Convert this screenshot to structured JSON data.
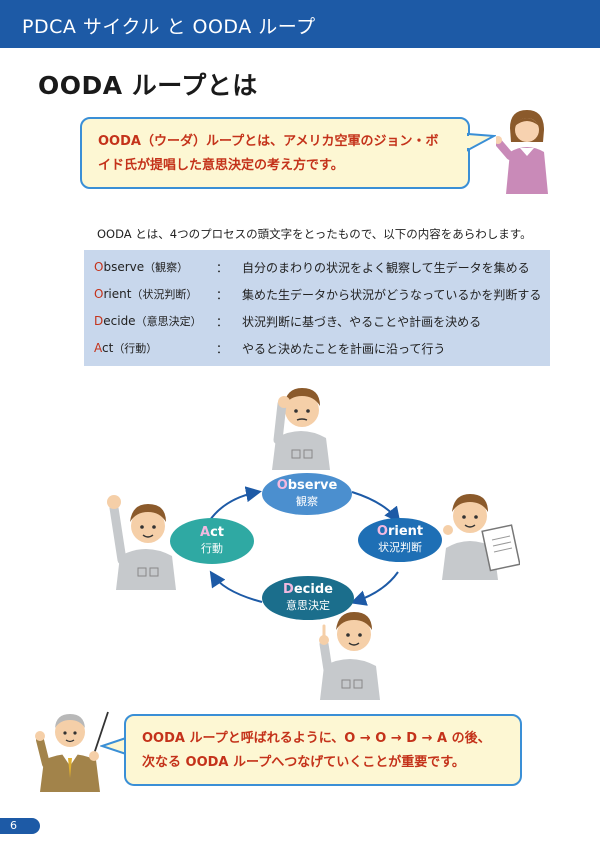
{
  "header": {
    "title": "PDCA サイクル と OODA ループ"
  },
  "page_title": "OODA ループとは",
  "bubble_top": {
    "line1": "OODA（ウーダ）ループとは、アメリカ空軍のジョン・ボ",
    "line2": "イド氏が提唱した意思決定の考え方です。"
  },
  "intro": "OODA とは、4つのプロセスの頭文字をとったもので、以下の内容をあらわします。",
  "table": {
    "rows": [
      {
        "initial": "O",
        "rest": "bserve",
        "paren": "（観察）",
        "colon": "：",
        "desc": "自分のまわりの状況をよく観察して生データを集める"
      },
      {
        "initial": "O",
        "rest": "rient",
        "paren": "（状況判断）",
        "colon": "：",
        "desc": "集めた生データから状況がどうなっているかを判断する"
      },
      {
        "initial": "D",
        "rest": "ecide",
        "paren": "（意思決定）",
        "colon": "：",
        "desc": "状況判断に基づき、やることや計画を決める"
      },
      {
        "initial": "A",
        "rest": "ct",
        "paren": "（行動）",
        "colon": "：",
        "desc": "やると決めたことを計画に沿って行う"
      }
    ]
  },
  "cycle": {
    "observe": {
      "initial": "O",
      "rest": "bserve",
      "ja": "観察"
    },
    "orient": {
      "initial": "O",
      "rest": "rient",
      "ja": "状況判断"
    },
    "decide": {
      "initial": "D",
      "rest": "ecide",
      "ja": "意思決定"
    },
    "act": {
      "initial": "A",
      "rest": "ct",
      "ja": "行動"
    }
  },
  "bubble_bottom": {
    "line1": "OODA ループと呼ばれるように、O → O → D → A の後、",
    "line2": "次なる OODA ループへつなげていくことが重要です。"
  },
  "page_number": "6",
  "colors": {
    "header": "#1d5aa6",
    "accent_red": "#c4321a",
    "bubble_fill": "#fdf7d3",
    "bubble_border": "#3a8fd6",
    "table_bg": "#c8d7ec",
    "node_observe": "#4b8fcf",
    "node_orient": "#1e6fb5",
    "node_decide": "#1b6e8c",
    "node_act": "#2fa9a3"
  },
  "icons": [
    "woman-presenter-illustration",
    "worker-thinking-illustration",
    "worker-pointing-illustration",
    "worker-clipboard-illustration",
    "worker-fist-illustration",
    "teacher-pointer-illustration",
    "cycle-arrow-icon"
  ]
}
